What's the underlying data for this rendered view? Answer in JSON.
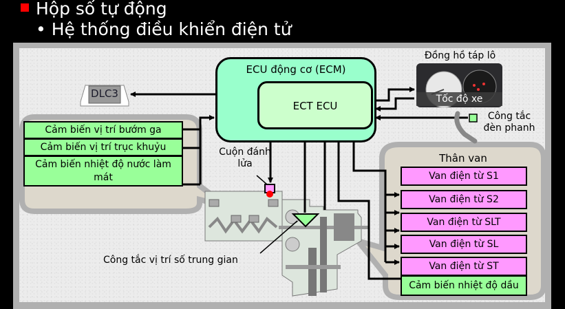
{
  "slide": {
    "heading": "Hộp số tự động",
    "subheading": "Hệ thống điều khiển điện tử",
    "bullet_color": "#ff0000"
  },
  "diagram": {
    "ecm": {
      "label": "ECU động cơ (ECM)",
      "color": "#99ffcc"
    },
    "ect": {
      "label": "ECT ECU",
      "color": "#ccffcc"
    },
    "dlc": {
      "label": "DLC3",
      "icon": "connector-icon"
    },
    "dashboard": {
      "title": "Đồng hồ táp lô",
      "caption": "Tốc độ xe",
      "icon": "gauge-cluster-icon"
    },
    "brake_switch": {
      "label_line1": "Công tắc",
      "label_line2": "đèn phanh",
      "icon": "brake-pedal-icon"
    },
    "engine_sensors": [
      {
        "label": "Cảm biến vị trí bướm ga"
      },
      {
        "label": "Cảm biến vị trí trục khuỷu"
      },
      {
        "label_line1": "Cảm biến nhiệt độ nước làm",
        "label_line2": "mát"
      }
    ],
    "ignition_coil": {
      "label_line1": "Cuộn đánh",
      "label_line2": "lửa"
    },
    "neutral_switch": {
      "label": "Công tắc vị trí số trung gian"
    },
    "valve_body": {
      "title": "Thân van",
      "solenoids": [
        {
          "label": "Van điện từ S1"
        },
        {
          "label": "Van điện từ S2"
        },
        {
          "label": "Van điện từ SLT"
        },
        {
          "label": "Van điện từ SL"
        },
        {
          "label": "Van điện từ ST"
        }
      ],
      "oil_temp_sensor": {
        "label": "Cảm biến nhiệt độ dầu"
      }
    },
    "colors": {
      "sensor": "#99ff99",
      "solenoid": "#ff99ff",
      "callout_bg": "#ddd8cc",
      "callout_border": "#b0b0b0"
    }
  }
}
